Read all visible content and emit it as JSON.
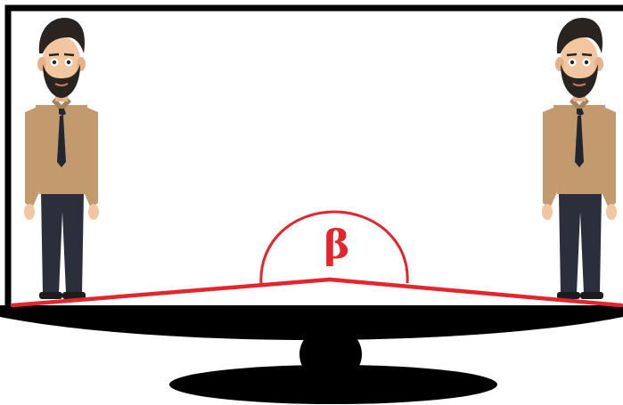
{
  "figure": {
    "angle_label": "β",
    "colors": {
      "background": "#ffffff",
      "frame": "#000000",
      "beam_and_angle": "#e3262c",
      "shirt": "#c29a6e",
      "trousers": "#2b2f3c",
      "skin": "#f2c6a0",
      "hair_beard": "#2a2421",
      "tie": "#222631",
      "shoes": "#1b1c20"
    },
    "people": [
      {
        "name": "left-man",
        "icon": "standing-man-icon"
      },
      {
        "name": "right-man",
        "icon": "standing-man-icon"
      }
    ],
    "shapes": [
      "monitor-frame",
      "stand-neck",
      "stand-base",
      "beam-left",
      "beam-right",
      "angle-arc"
    ]
  }
}
